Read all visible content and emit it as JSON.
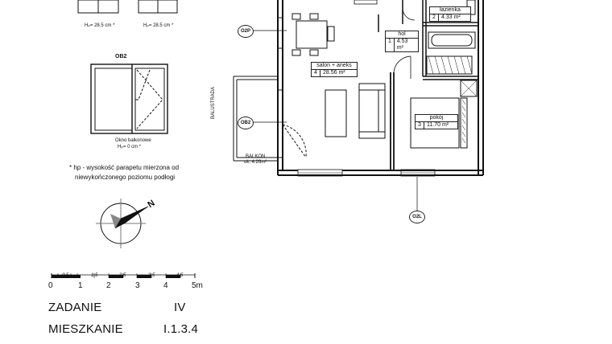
{
  "window_legend": {
    "w1_height": "Hₚ= 28.5 cm *",
    "w2_height": "Hₚ= 28.5 cm *",
    "ob2_title": "OB2",
    "ob2_desc": "Okno balkonowe",
    "ob2_height": "Hₚ= 0 cm *",
    "footnote_line1": "* hp - wysokość parapetu mierzona od",
    "footnote_line2": "niewykończonego poziomu podłogi"
  },
  "compass": {
    "north_label": "N"
  },
  "scale_bar": {
    "major_labels": [
      "0",
      "1",
      "2",
      "3",
      "4",
      "5m"
    ],
    "minor_labels": [
      "0.5",
      "1.5",
      "2.5",
      "3.5",
      "4.5"
    ]
  },
  "project_info": {
    "task_label": "ZADANIE",
    "task_value": "IV",
    "apartment_label": "MIESZKANIE",
    "apartment_value": "I.1.3.4"
  },
  "rooms": [
    {
      "name": "łazienka",
      "number": "2",
      "area": "4.33 m²"
    },
    {
      "name": "hol",
      "number": "1",
      "area": "4.53 m²"
    },
    {
      "name": "salon + aneks",
      "number": "4",
      "area": "28.56 m²"
    },
    {
      "name": "pokój",
      "number": "3",
      "area": "11.70 m²"
    }
  ],
  "balcony": {
    "name": "BALKON",
    "area": "ok. 4.26m²",
    "railing": "BALUSTRADA"
  },
  "window_tags": [
    "O2P",
    "OB2",
    "O2L"
  ]
}
